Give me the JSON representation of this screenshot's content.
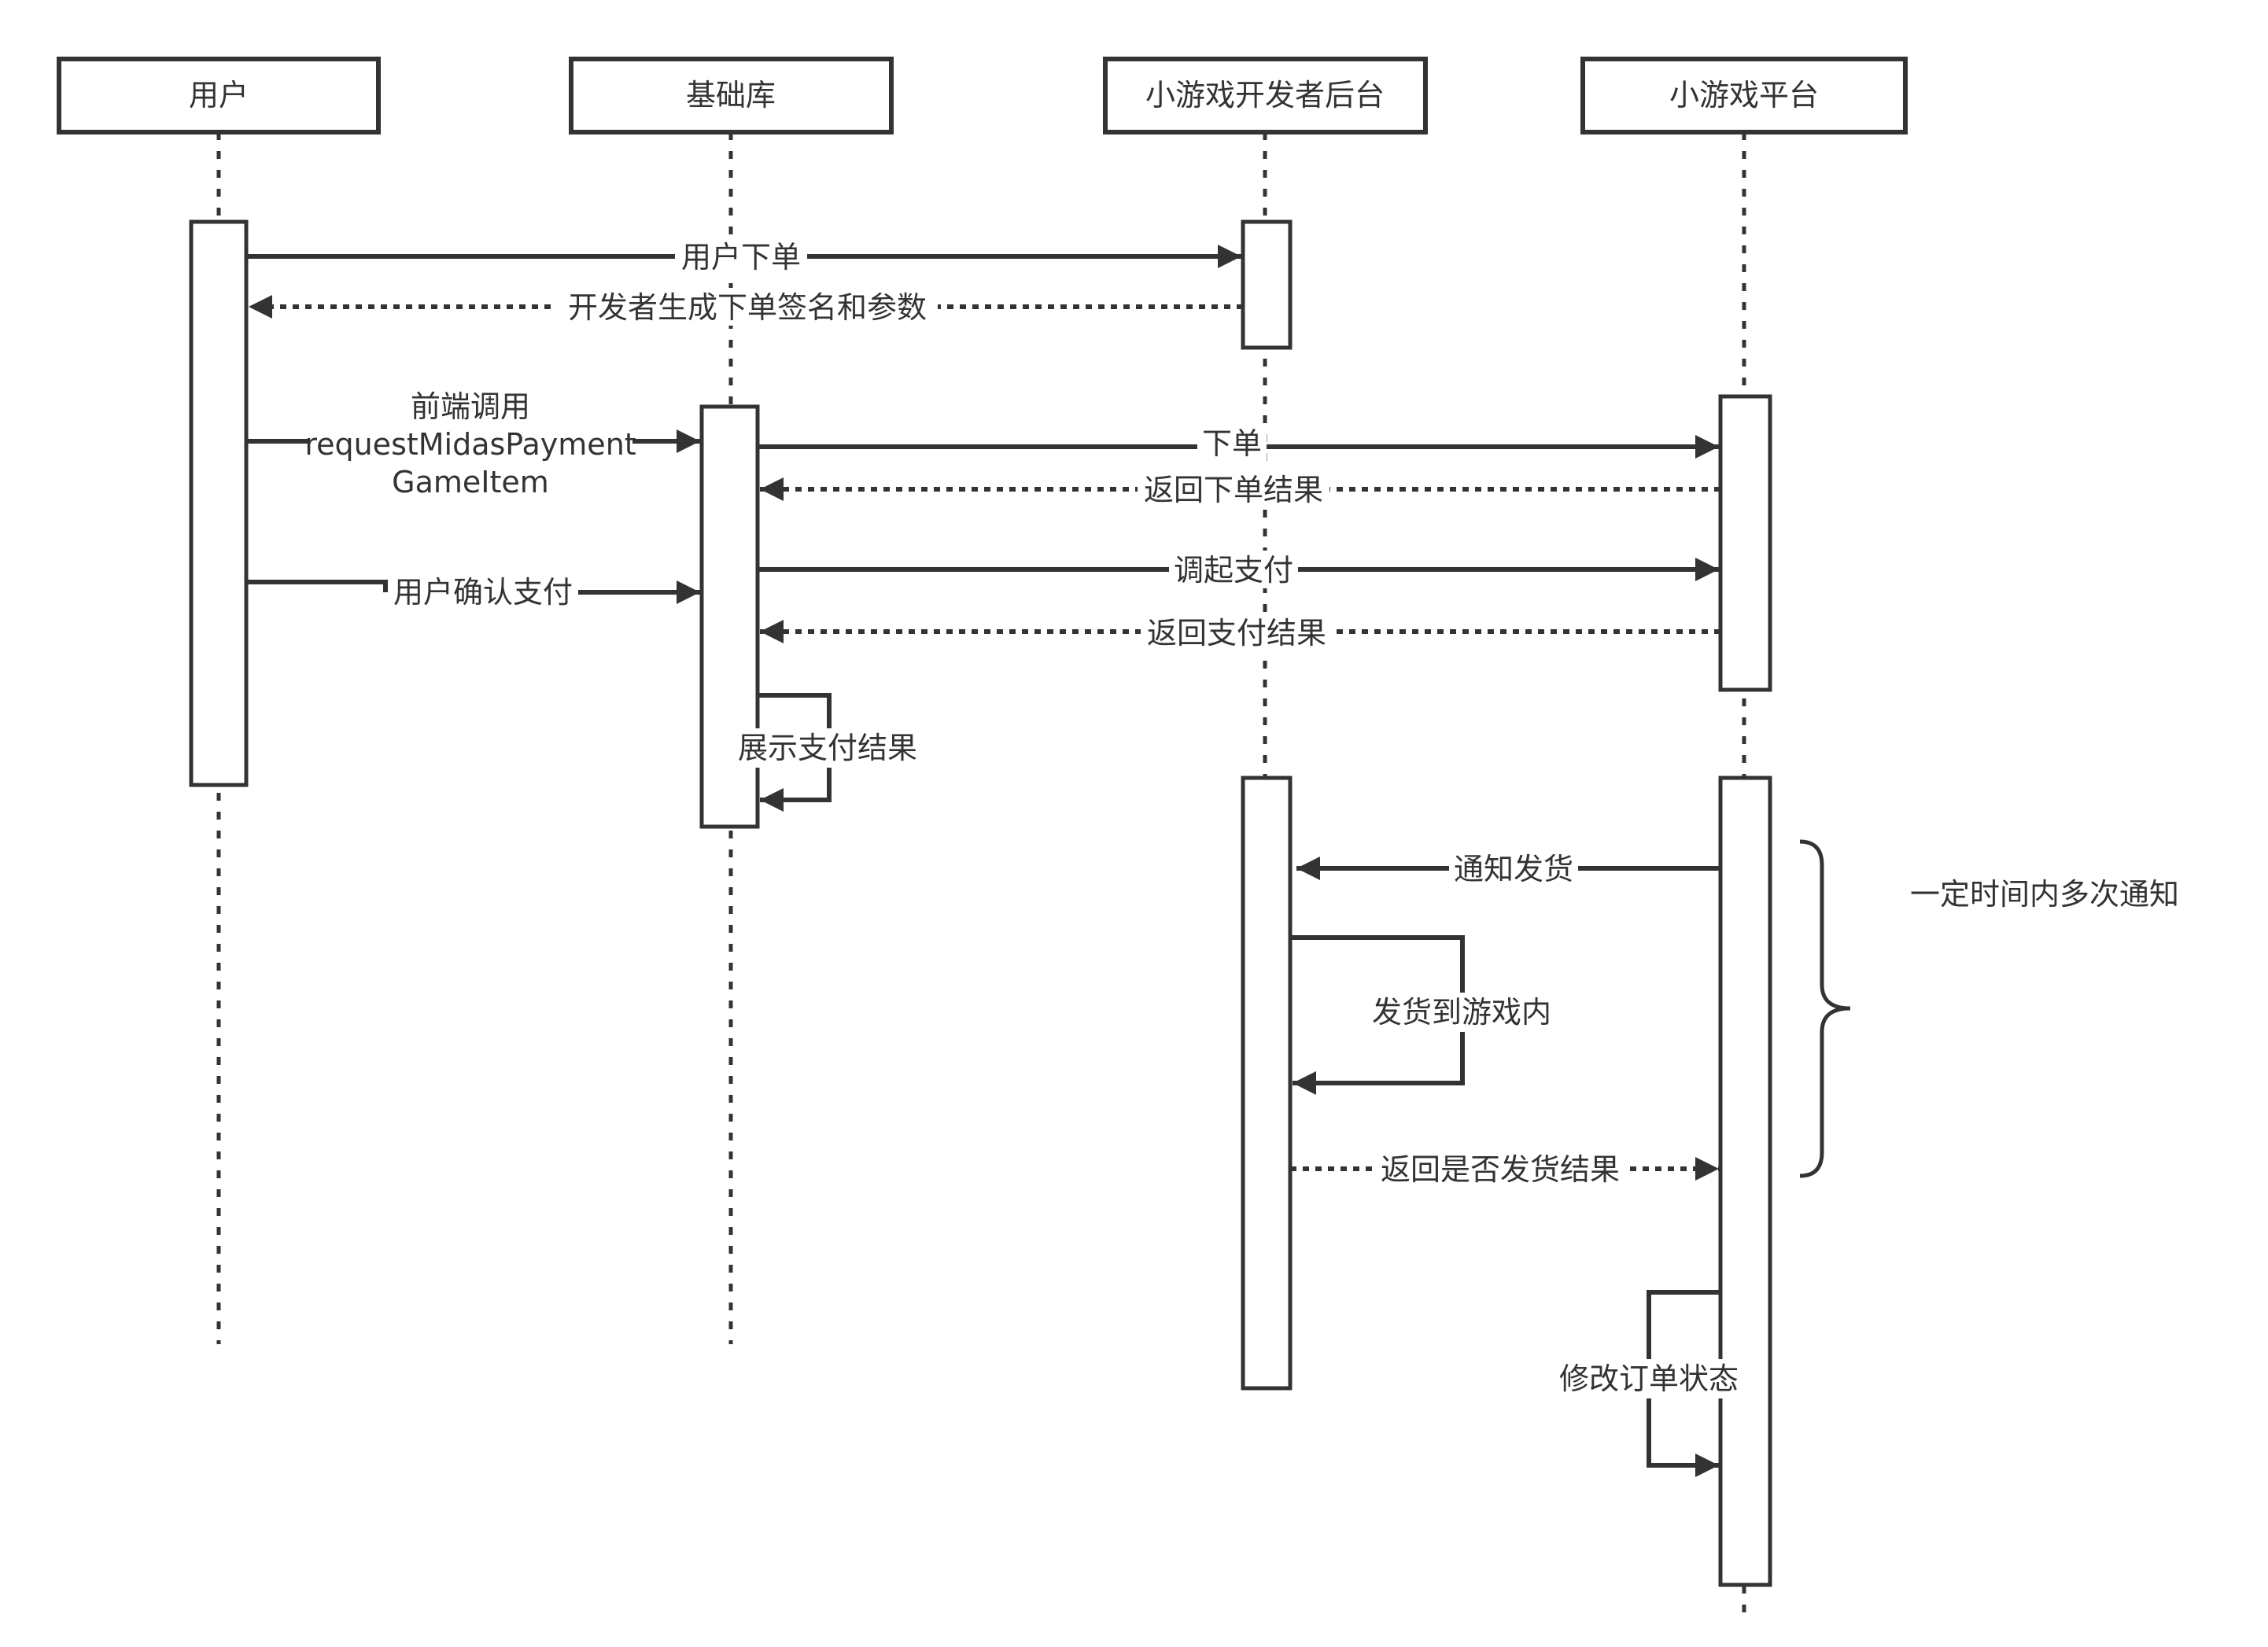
{
  "diagram": {
    "type": "sequence",
    "colors": {
      "stroke": "#333333",
      "background": "#ffffff",
      "text": "#333333"
    },
    "actors": [
      {
        "id": "user",
        "label": "用户"
      },
      {
        "id": "baselib",
        "label": "基础库"
      },
      {
        "id": "devserver",
        "label": "小游戏开发者后台"
      },
      {
        "id": "platform",
        "label": "小游戏平台"
      }
    ],
    "messages": [
      {
        "from": "user",
        "to": "devserver",
        "label": "用户下单",
        "style": "solid"
      },
      {
        "from": "devserver",
        "to": "user",
        "label": "开发者生成下单签名和参数",
        "style": "dotted"
      },
      {
        "from": "user",
        "to": "baselib",
        "label_lines": [
          "前端调用",
          "requestMidasPayment",
          "GameItem"
        ],
        "style": "solid"
      },
      {
        "from": "baselib",
        "to": "platform",
        "label": "下单",
        "style": "solid"
      },
      {
        "from": "platform",
        "to": "baselib",
        "label": "返回下单结果",
        "style": "dotted"
      },
      {
        "from": "user",
        "to": "baselib",
        "label": "用户确认支付",
        "style": "solid"
      },
      {
        "from": "baselib",
        "to": "platform",
        "label": "调起支付",
        "style": "solid"
      },
      {
        "from": "platform",
        "to": "baselib",
        "label": "返回支付结果",
        "style": "dotted"
      },
      {
        "from": "baselib",
        "to": "baselib",
        "label": "展示支付结果",
        "style": "self"
      },
      {
        "from": "platform",
        "to": "devserver",
        "label": "通知发货",
        "style": "solid"
      },
      {
        "from": "devserver",
        "to": "devserver",
        "label": "发货到游戏内",
        "style": "self"
      },
      {
        "from": "devserver",
        "to": "platform",
        "label": "返回是否发货结果",
        "style": "dotted"
      },
      {
        "from": "platform",
        "to": "platform",
        "label": "修改订单状态",
        "style": "self-left"
      }
    ],
    "annotation": {
      "label": "一定时间内多次通知",
      "shape": "right-curly-brace"
    }
  }
}
